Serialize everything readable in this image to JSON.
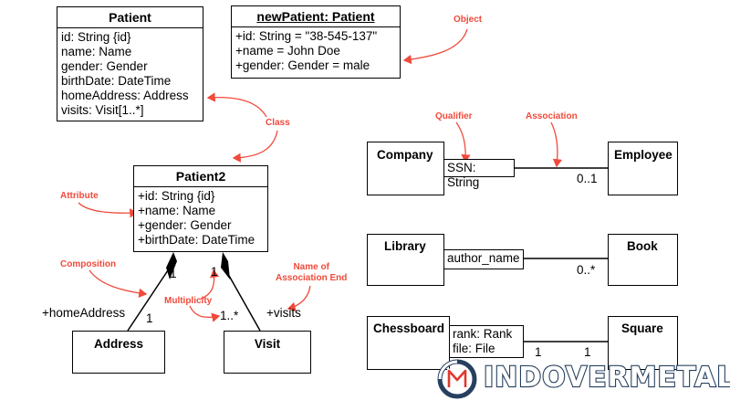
{
  "classes": {
    "patient": {
      "title": "Patient",
      "attributes": [
        "id: String {id}",
        "name: Name",
        "gender: Gender",
        "birthDate: DateTime",
        "homeAddress: Address",
        "visits: Visit[1..*]"
      ]
    },
    "new_patient": {
      "title": "newPatient: Patient",
      "attributes": [
        "+id: String = \"38-545-137\"",
        "+name = John Doe",
        "+gender: Gender = male"
      ]
    },
    "patient2": {
      "title": "Patient2",
      "attributes": [
        "+id: String {id}",
        "+name: Name",
        "+gender: Gender",
        "+birthDate: DateTime"
      ]
    },
    "address": {
      "title": "Address"
    },
    "visit": {
      "title": "Visit"
    },
    "company": {
      "title": "Company"
    },
    "employee": {
      "title": "Employee"
    },
    "library": {
      "title": "Library"
    },
    "book": {
      "title": "Book"
    },
    "chessboard": {
      "title": "Chessboard"
    },
    "square": {
      "title": "Square"
    }
  },
  "qualifiers": {
    "company": [
      "SSN: String"
    ],
    "library": [
      "author_name"
    ],
    "chessboard": [
      "rank: Rank",
      "file: File"
    ]
  },
  "labels": {
    "mult_address_top": "1",
    "mult_address_bottom": "1",
    "home_address": "+homeAddress",
    "mult_visit_top": "1",
    "mult_visit_bottom": "1..*",
    "visits": "+visits",
    "company_mult": "0..1",
    "library_mult": "0..*",
    "chess_mult_left": "1",
    "chess_mult_right": "1"
  },
  "annotations": {
    "object": "Object",
    "class": "Class",
    "attribute": "Attribute",
    "composition": "Composition",
    "multiplicity": "Multiplicity",
    "name_of_association_end_1": "Name of",
    "name_of_association_end_2": "Association End",
    "qualifier": "Qualifier",
    "association": "Association"
  },
  "colors": {
    "annotation": "#f04a3a",
    "logo_dark": "#27405f",
    "logo_red": "#e03a2f"
  },
  "logo": {
    "text": "INDOVERMETAL",
    "icon": "m-logo-icon"
  }
}
